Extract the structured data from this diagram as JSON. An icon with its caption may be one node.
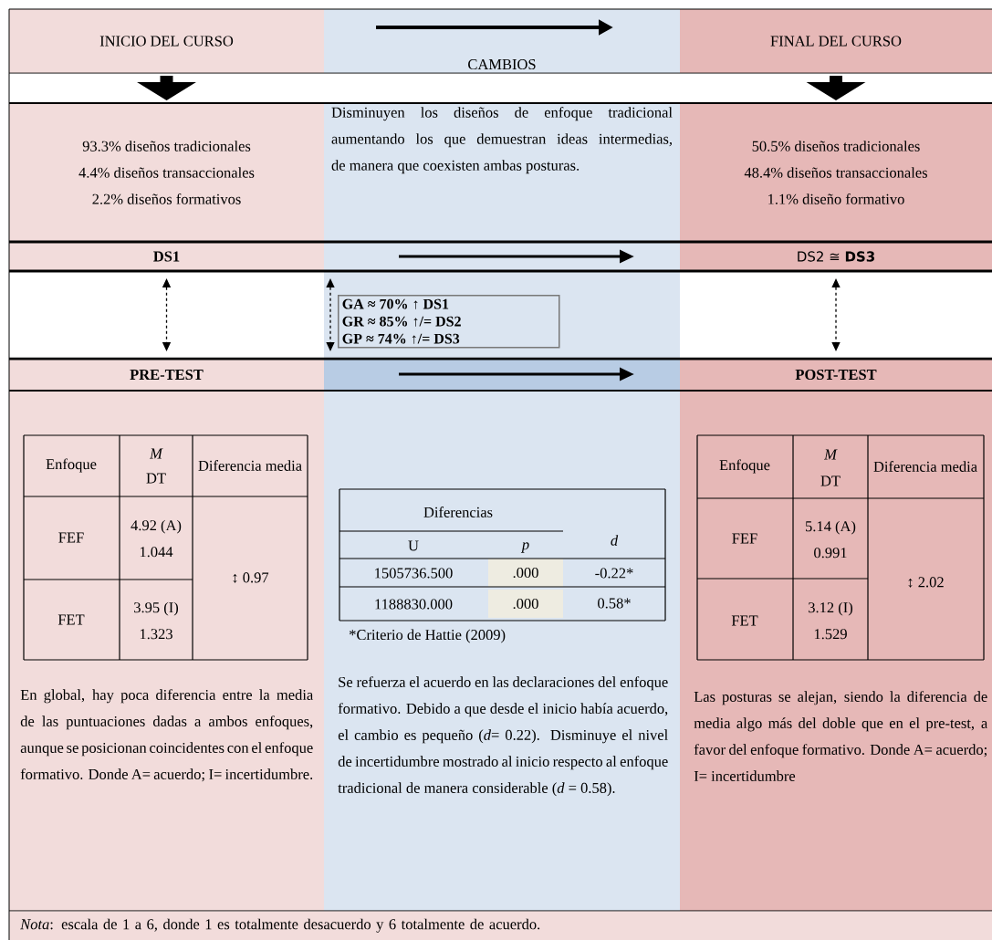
{
  "diagram": {
    "caption": "*Nota*: escala de 1 a 6, donde 1 es totalmente desacuerdo y 6 totalmente de acuerdo.",
    "nodes": [
      {
        "text": [
          "INICIO DEL CURSO"
        ]
      },
      {
        "text": [
          "CAMBIOS"
        ]
      },
      {
        "text": [
          "FINAL DEL CURSO"
        ]
      },
      {
        "text": [
          "93.3% diseños tradicionales",
          "4.4% diseños transaccionales",
          "2.2% diseños formativos"
        ]
      },
      {
        "text": [
          "Disminuyen los diseños de enfoque tradicional aumentando los que demuestran ideas intermedias, de manera que coexisten ambas posturas."
        ]
      },
      {
        "text": [
          "50.5% diseños tradicionales",
          "48.4% diseños transaccionales",
          "1.1% diseño formativo"
        ]
      },
      {
        "text": [
          "DS1"
        ]
      },
      {
        "text": [
          "DS2 ≅ **DS3**"
        ]
      },
      {
        "text": [
          "GA ≈ 70% ↑ DS1",
          "GR ≈ 85% ↑/= DS2",
          "GP ≈ 74% ↑/= DS3"
        ]
      },
      {
        "text": [
          "PRE-TEST"
        ]
      },
      {
        "text": [
          "POST-TEST"
        ]
      },
      {
        "text": [
          "En global, hay poca diferencia entre la media de las puntuaciones dadas a ambos enfoques, aunque se posicionan coincidentes con el enfoque formativo. Donde A= acuerdo; I= incertidumbre."
        ]
      },
      {
        "text": [
          "Se refuerza el acuerdo en las declaraciones del enfoque formativo. Debido a que desde el inicio había acuerdo, el cambio es pequeño (*d*= 0.22). Disminuye el nivel de incertidumbre mostrado al inicio respecto al enfoque tradicional de manera considerable (*d* = 0.58)."
        ]
      },
      {
        "text": [
          "Las posturas se alejan, siendo la diferencia de media algo más del doble que en el pre-test, a favor del enfoque formativo. Donde A= acuerdo; I= incertidumbre"
        ]
      },
      {
        "text": [],
        "shape": "bar"
      },
      {
        "text": [],
        "shape": "bar"
      }
    ],
    "edges": [
      {
        "from": 0,
        "to": 3,
        "arrow": "to",
        "style": "thick"
      },
      {
        "from": 2,
        "to": 5,
        "arrow": "to",
        "style": "thick"
      },
      {
        "from": 6,
        "to": 9,
        "arrow": "both",
        "style": "dashed"
      },
      {
        "from": 7,
        "to": 10,
        "arrow": "both",
        "style": "dashed"
      },
      {
        "from": 14,
        "to": 15,
        "arrow": "both",
        "style": "dashed"
      }
    ],
    "labels": [
      "Enfoque",
      "M",
      "DT",
      "Diferencia media",
      "FEF",
      "4.92 (A) 1.044",
      "↕ 0.97",
      "FET",
      "3.95 (I) 1.323",
      "Diferencias",
      "U",
      "p",
      "d",
      "1505736.500",
      ".000",
      "-0.22*",
      "1188830.000",
      ".000",
      "0.58*",
      "*Criterio de Hattie (2009)",
      "Enfoque",
      "M",
      "DT",
      "Diferencia media",
      "FEF",
      "5.14 (A) 0.991",
      "↕ 2.02",
      "FET",
      "3.12 (I) 1.529"
    ]
  }
}
